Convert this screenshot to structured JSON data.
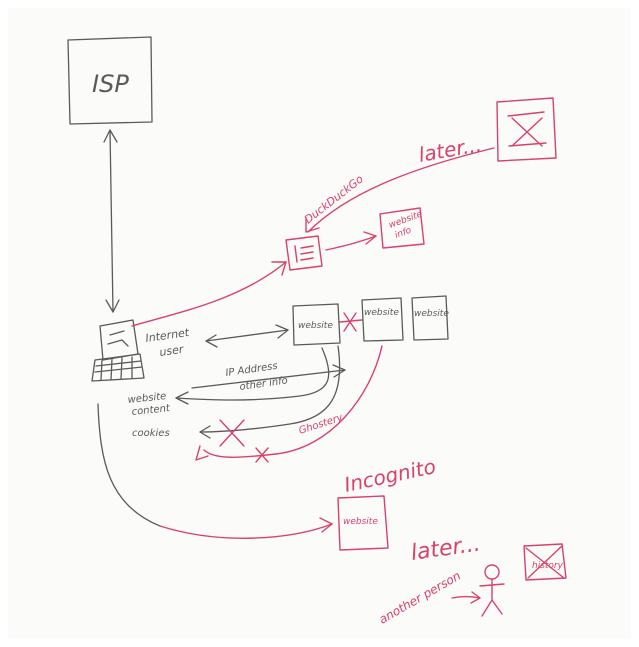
{
  "diagram": {
    "isp_box": {
      "label": "ISP"
    },
    "user": {
      "label_line1": "Internet",
      "label_line2": "user"
    },
    "websites": [
      {
        "label": "website"
      },
      {
        "label": "website"
      },
      {
        "label": "website"
      }
    ],
    "ip_note": {
      "line1": "IP Address",
      "line2": "other info"
    },
    "returns": [
      {
        "label_line1": "website",
        "label_line2": "content"
      },
      {
        "label": "cookies"
      }
    ],
    "duckduckgo": {
      "label": "DuckDuckGo",
      "later_label": "later...",
      "info_box": {
        "line1": "website",
        "line2": "info"
      }
    },
    "ghostery": {
      "label": "Ghostery"
    },
    "incognito": {
      "label": "Incognito",
      "website_box": "website",
      "later_label": "later...",
      "history_box": "history",
      "person_label": "another person"
    },
    "colors": {
      "pencil": "#5a5a5a",
      "pink_ink": "#d8426b",
      "paper": "#fbfbfa"
    }
  }
}
